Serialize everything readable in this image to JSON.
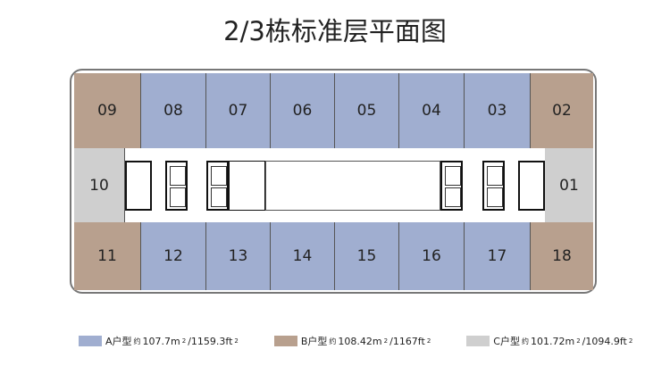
{
  "title": "2/3栋标准层平面图",
  "colors": {
    "A": "#a0aed0",
    "B": "#b8a08e",
    "C": "#cfcfcf"
  },
  "units_top": [
    "09",
    "08",
    "07",
    "06",
    "05",
    "04",
    "03",
    "02"
  ],
  "units_bottom": [
    "11",
    "12",
    "13",
    "14",
    "15",
    "16",
    "17",
    "18"
  ],
  "units_side": [
    "10",
    "01"
  ],
  "legend": [
    {
      "type": "A",
      "label": "A户型",
      "about": "约",
      "area_m2": "107.7m",
      "area_ft2": "/1159.3ft"
    },
    {
      "type": "B",
      "label": "B户型",
      "about": "约",
      "area_m2": "108.42m",
      "area_ft2": "/1167ft"
    },
    {
      "type": "C",
      "label": "C户型",
      "about": "约",
      "area_m2": "101.72m",
      "area_ft2": "/1094.9ft"
    }
  ],
  "sup": "2"
}
